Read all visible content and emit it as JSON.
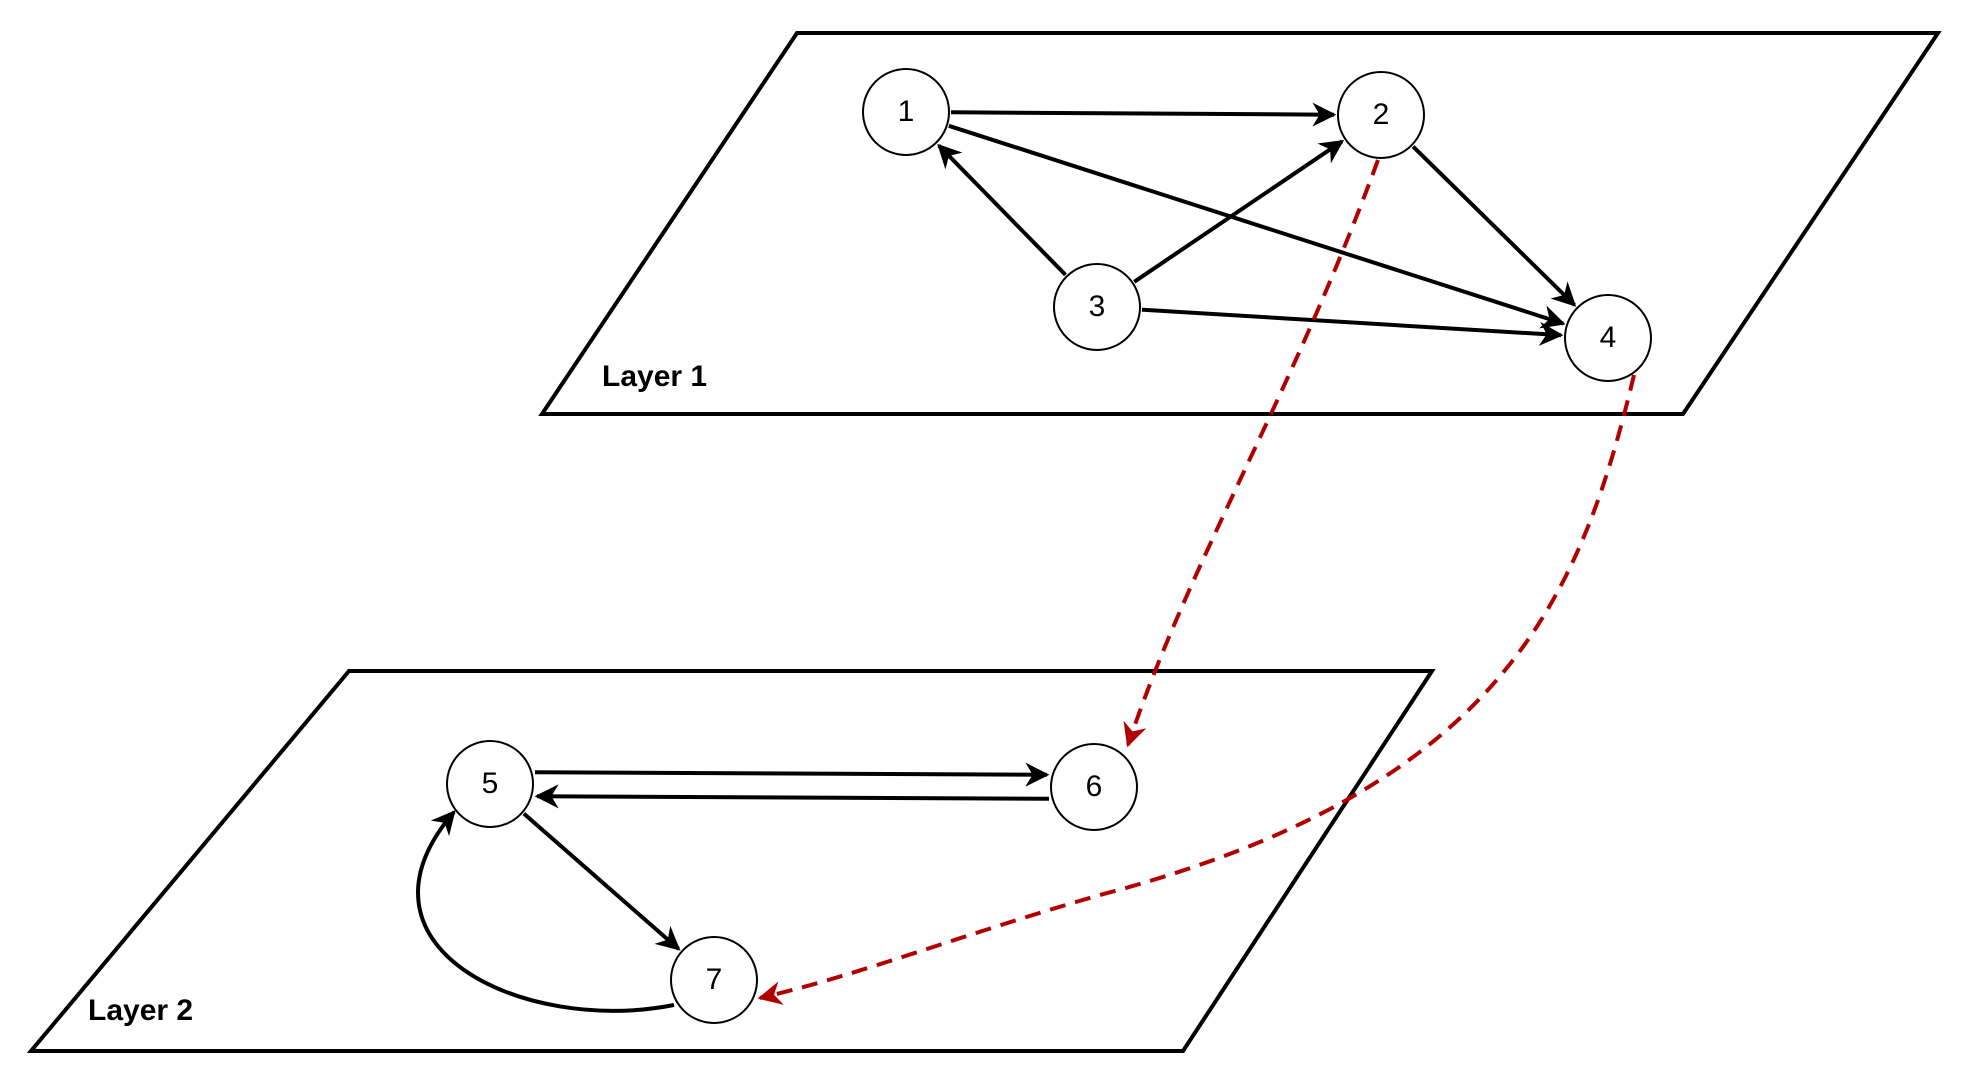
{
  "layers": [
    {
      "id": "layer1",
      "label": "Layer 1"
    },
    {
      "id": "layer2",
      "label": "Layer 2"
    }
  ],
  "nodes": [
    {
      "id": "1",
      "label": "1",
      "layer": "layer1"
    },
    {
      "id": "2",
      "label": "2",
      "layer": "layer1"
    },
    {
      "id": "3",
      "label": "3",
      "layer": "layer1"
    },
    {
      "id": "4",
      "label": "4",
      "layer": "layer1"
    },
    {
      "id": "5",
      "label": "5",
      "layer": "layer2"
    },
    {
      "id": "6",
      "label": "6",
      "layer": "layer2"
    },
    {
      "id": "7",
      "label": "7",
      "layer": "layer2"
    }
  ],
  "edges": [
    {
      "from": "1",
      "to": "2",
      "style": "solid"
    },
    {
      "from": "1",
      "to": "4",
      "style": "solid"
    },
    {
      "from": "3",
      "to": "1",
      "style": "solid"
    },
    {
      "from": "3",
      "to": "2",
      "style": "solid"
    },
    {
      "from": "3",
      "to": "4",
      "style": "solid"
    },
    {
      "from": "2",
      "to": "4",
      "style": "solid"
    },
    {
      "from": "5",
      "to": "6",
      "style": "solid"
    },
    {
      "from": "6",
      "to": "5",
      "style": "solid"
    },
    {
      "from": "5",
      "to": "7",
      "style": "solid"
    },
    {
      "from": "7",
      "to": "5",
      "style": "solid",
      "shape": "curved"
    },
    {
      "from": "2",
      "to": "6",
      "style": "dashed",
      "color": "#b20000"
    },
    {
      "from": "4",
      "to": "7",
      "style": "dashed",
      "color": "#b20000"
    }
  ],
  "colors": {
    "edge": "#000000",
    "inter_layer_edge": "#b20000",
    "plane_stroke": "#000000",
    "node_fill": "#ffffff"
  }
}
